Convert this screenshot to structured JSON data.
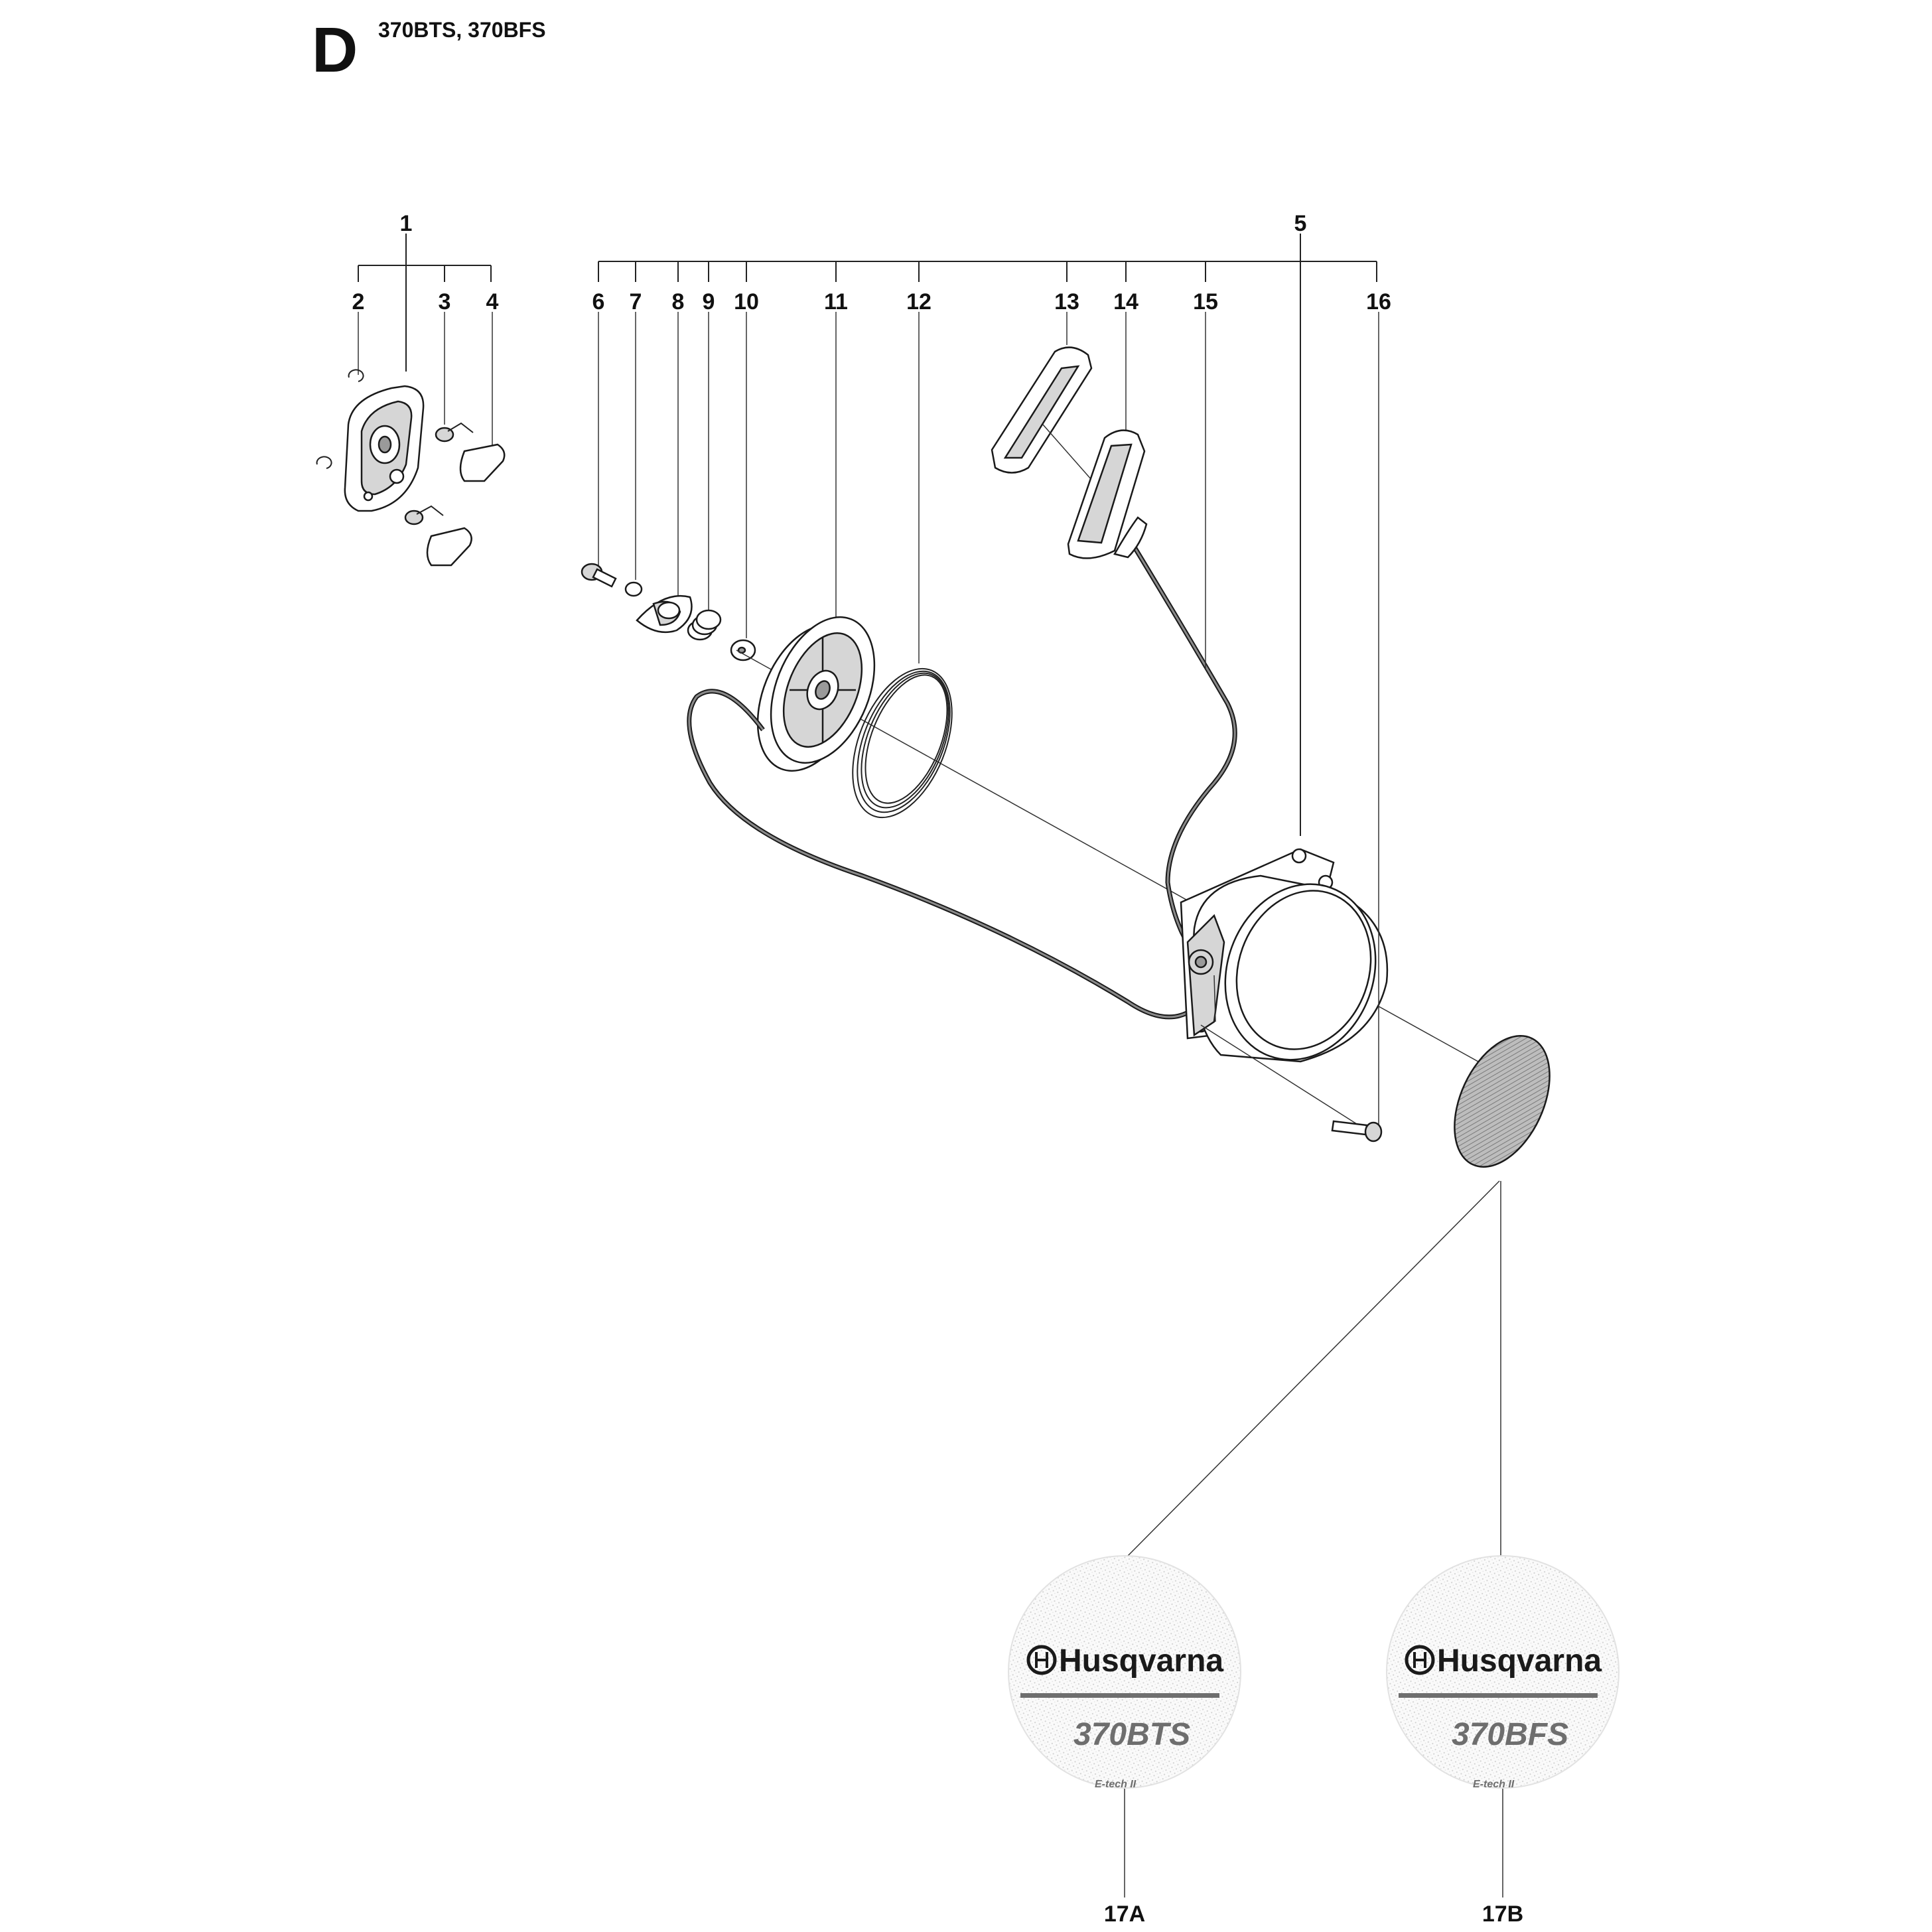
{
  "header": {
    "section_letter": "D",
    "models": "370BTS, 370BFS"
  },
  "callouts": {
    "c1": "1",
    "c2": "2",
    "c3": "3",
    "c4": "4",
    "c5": "5",
    "c6": "6",
    "c7": "7",
    "c8": "8",
    "c9": "9",
    "c10": "10",
    "c11": "11",
    "c12": "12",
    "c13": "13",
    "c14": "14",
    "c15": "15",
    "c16": "16",
    "c17a": "17A",
    "c17b": "17B"
  },
  "decals": {
    "a": {
      "brand": "Husqvarna",
      "model": "370BTS",
      "sub": "E-tech II"
    },
    "b": {
      "brand": "Husqvarna",
      "model": "370BFS",
      "sub": "E-tech II"
    }
  },
  "colors": {
    "ink": "#111111",
    "decal_gray": "#6e6e6e",
    "hatch": "#9a9a9a"
  }
}
